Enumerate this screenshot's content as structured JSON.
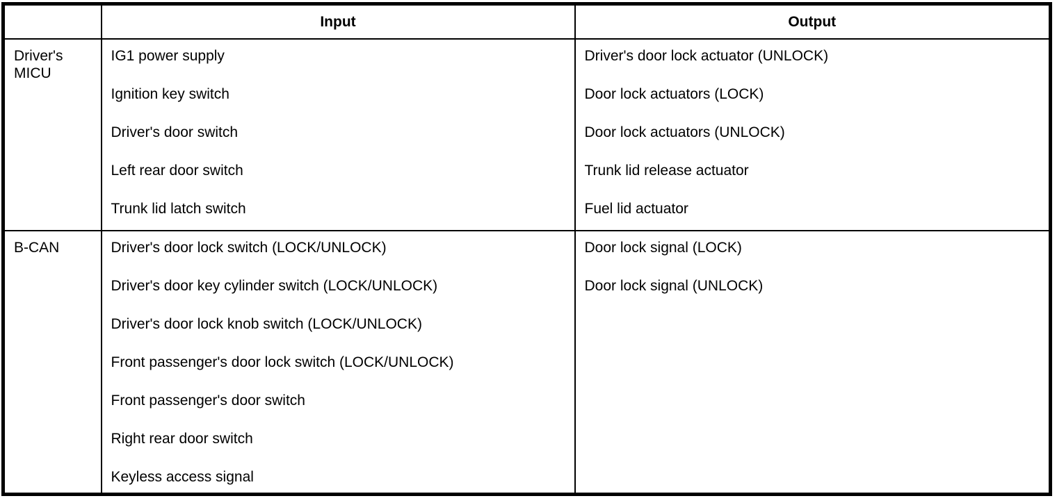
{
  "table": {
    "headers": {
      "corner": "",
      "input": "Input",
      "output": "Output"
    },
    "rows": [
      {
        "source": "Driver's MICU",
        "inputs": [
          "IG1 power supply",
          "Ignition key switch",
          "Driver's door switch",
          "Left rear door switch",
          "Trunk lid latch switch"
        ],
        "outputs": [
          "Driver's door lock actuator (UNLOCK)",
          "Door lock actuators (LOCK)",
          "Door lock actuators (UNLOCK)",
          "Trunk lid release actuator",
          "Fuel lid actuator"
        ]
      },
      {
        "source": "B-CAN",
        "inputs": [
          "Driver's door lock switch (LOCK/UNLOCK)",
          "Driver's door key cylinder switch (LOCK/UNLOCK)",
          "Driver's door lock knob switch (LOCK/UNLOCK)",
          "Front passenger's door lock switch (LOCK/UNLOCK)",
          "Front passenger's door switch",
          "Right rear door switch",
          "Keyless access signal"
        ],
        "outputs": [
          "Door lock signal (LOCK)",
          "Door lock signal (UNLOCK)"
        ]
      }
    ]
  },
  "colors": {
    "border": "#000000",
    "background": "#ffffff",
    "text": "#000000"
  }
}
